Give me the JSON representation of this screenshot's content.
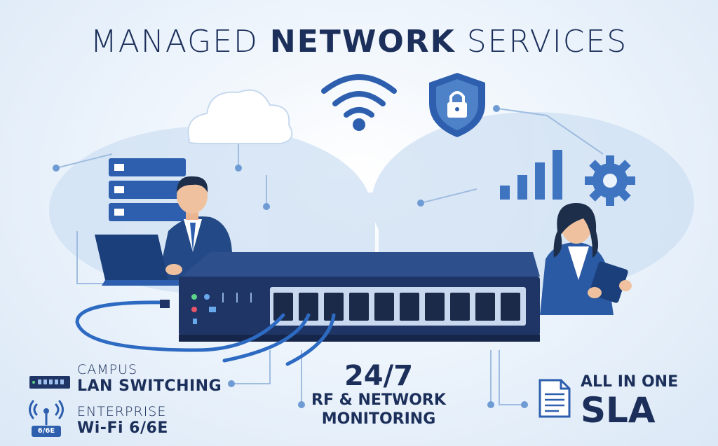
{
  "headline": {
    "part1": "MANAGED ",
    "part2": "NETWORK",
    "part3": " SERVICES"
  },
  "features": [
    {
      "line1": "CAMPUS",
      "line2": "LAN SWITCHING"
    },
    {
      "line1": "ENTERPRISE",
      "line2": "Wi-Fi 6/6E"
    },
    {
      "line1": "24/7",
      "line2": "RF & NETWORK",
      "line3": "MONITORING"
    },
    {
      "line1": "ALL IN ONE",
      "line2": "SLA"
    }
  ],
  "wifi_badge": "6/6E",
  "icons": [
    "wifi-icon",
    "shield-lock-icon",
    "gear-icon",
    "bar-chart-icon",
    "server-rack-icon",
    "cloud-icon",
    "document-icon",
    "switch-icon",
    "antenna-icon"
  ],
  "colors": {
    "navy": "#1b2f5a",
    "blue": "#2d5fae",
    "light_blue": "#8fb6e3",
    "pale": "#dbe8f6"
  }
}
